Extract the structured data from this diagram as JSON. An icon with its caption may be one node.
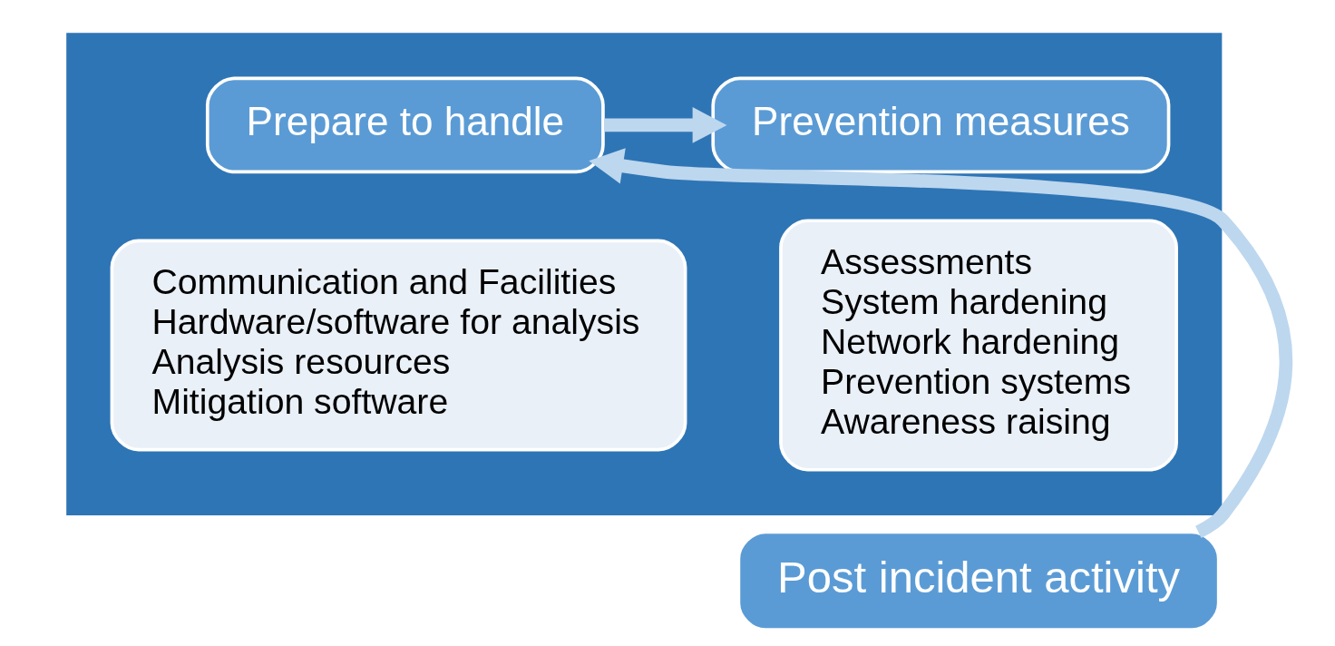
{
  "diagram": {
    "nodes": [
      {
        "text": [],
        "shape": "box"
      },
      {
        "text": [
          "Prepare to handle"
        ],
        "in": 0
      },
      {
        "text": [
          "Communication and Facilities",
          "Hardware/software for analysis",
          "Analysis resources",
          "Mitigation software"
        ],
        "in": 0
      },
      {
        "text": [
          "Prevention measures"
        ],
        "in": 0
      },
      {
        "text": [
          "Assessments",
          "System hardening",
          "Network hardening",
          "Prevention systems",
          "Awareness raising"
        ],
        "in": 0
      },
      {
        "text": [
          "Post incident activity"
        ]
      }
    ],
    "edges": [
      {
        "from": 1,
        "to": 3,
        "arrow": "to"
      },
      {
        "from": 5,
        "to": 1,
        "arrow": "to"
      }
    ]
  }
}
